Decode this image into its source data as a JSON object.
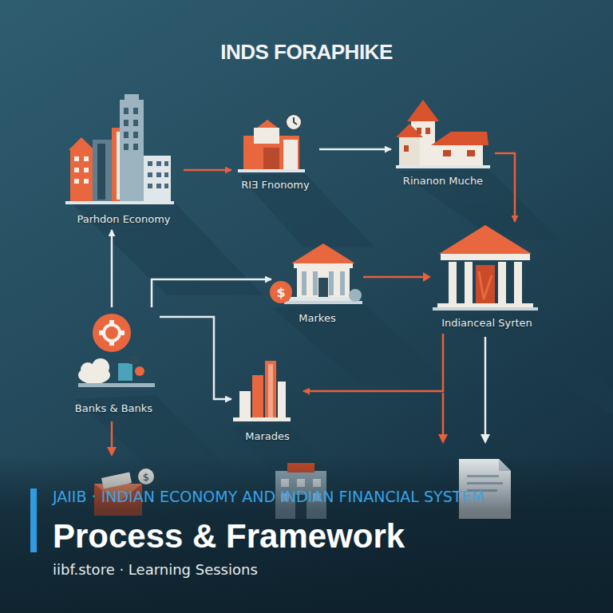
{
  "diagram": {
    "title": "INDS FORAPHIKE",
    "nodes": [
      {
        "text": [
          "Parhdon Economy"
        ]
      },
      {
        "text": [
          "RIƎ Fnonomy"
        ]
      },
      {
        "text": [
          "Rinanon Muche"
        ]
      },
      {
        "text": [
          "Markes"
        ]
      },
      {
        "text": [
          "Indiancеal Syrten"
        ]
      },
      {
        "text": [
          "Banks & Banks"
        ]
      },
      {
        "text": [
          "Marades"
        ]
      }
    ],
    "edges": [
      {
        "from": 0,
        "to": 1,
        "arrow": "to"
      },
      {
        "from": 1,
        "to": 2,
        "arrow": "to"
      },
      {
        "from": 2,
        "to": 4,
        "arrow": "to"
      },
      {
        "from": 5,
        "to": 0,
        "arrow": "to"
      },
      {
        "from": 5,
        "to": 3,
        "arrow": "to"
      },
      {
        "from": 5,
        "to": 6,
        "arrow": "to"
      },
      {
        "from": 4,
        "to": 6,
        "arrow": "to"
      }
    ],
    "labels": [
      "JAIIB · INDIAN ECONOMY AND INDIAN FINANCIAL SYSTEM",
      "Process & Framework",
      "iibf.store · Learning Sessions"
    ]
  }
}
